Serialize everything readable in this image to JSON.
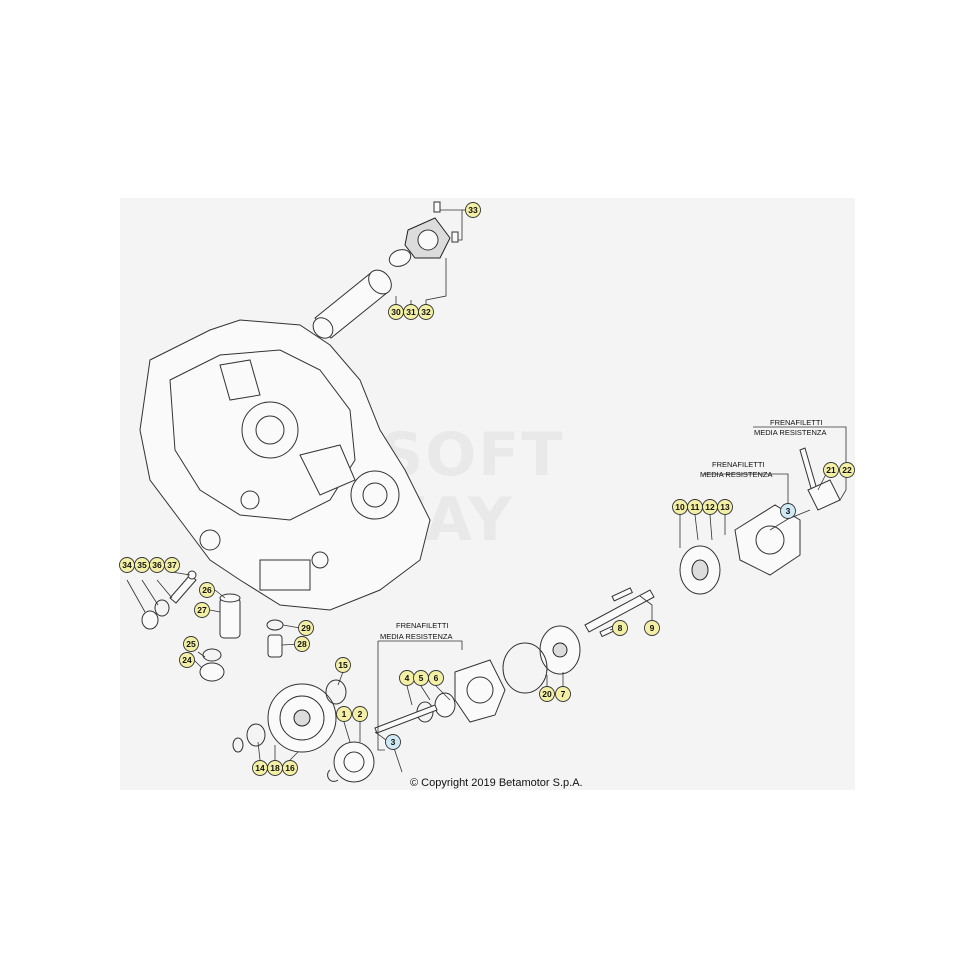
{
  "diagram": {
    "copyright": "© Copyright 2019 Betamotor S.p.A.",
    "watermark": [
      "SOFT",
      "WAY"
    ],
    "notes": [
      {
        "id": "note-1",
        "line1": "FRENAFILETTI",
        "line2": "MEDIA RESISTENZA"
      },
      {
        "id": "note-2",
        "line1": "FRENAFILETTI",
        "line2": "MEDIA RESISTENZA"
      },
      {
        "id": "note-3",
        "line1": "FRENAFILETTI",
        "line2": "MEDIA RESISTENZA"
      }
    ],
    "callouts": [
      {
        "label": "33",
        "style": "yellow"
      },
      {
        "label": "30",
        "style": "yellow"
      },
      {
        "label": "31",
        "style": "yellow"
      },
      {
        "label": "32",
        "style": "yellow"
      },
      {
        "label": "21",
        "style": "yellow"
      },
      {
        "label": "22",
        "style": "yellow"
      },
      {
        "label": "3",
        "style": "blue"
      },
      {
        "label": "10",
        "style": "yellow"
      },
      {
        "label": "11",
        "style": "yellow"
      },
      {
        "label": "12",
        "style": "yellow"
      },
      {
        "label": "13",
        "style": "yellow"
      },
      {
        "label": "34",
        "style": "yellow"
      },
      {
        "label": "35",
        "style": "yellow"
      },
      {
        "label": "36",
        "style": "yellow"
      },
      {
        "label": "37",
        "style": "yellow"
      },
      {
        "label": "26",
        "style": "yellow"
      },
      {
        "label": "27",
        "style": "yellow"
      },
      {
        "label": "25",
        "style": "yellow"
      },
      {
        "label": "24",
        "style": "yellow"
      },
      {
        "label": "29",
        "style": "yellow"
      },
      {
        "label": "28",
        "style": "yellow"
      },
      {
        "label": "8",
        "style": "yellow"
      },
      {
        "label": "9",
        "style": "yellow"
      },
      {
        "label": "15",
        "style": "yellow"
      },
      {
        "label": "4",
        "style": "yellow"
      },
      {
        "label": "5",
        "style": "yellow"
      },
      {
        "label": "6",
        "style": "yellow"
      },
      {
        "label": "20",
        "style": "yellow"
      },
      {
        "label": "7",
        "style": "yellow"
      },
      {
        "label": "1",
        "style": "yellow"
      },
      {
        "label": "2",
        "style": "yellow"
      },
      {
        "label": "3",
        "style": "blue"
      },
      {
        "label": "14",
        "style": "yellow"
      },
      {
        "label": "18",
        "style": "yellow"
      },
      {
        "label": "16",
        "style": "yellow"
      }
    ],
    "colors": {
      "yellow": "#f3f0a6",
      "blue": "#cfeaf5",
      "panel": "#f4f4f4",
      "line": "#333333"
    }
  }
}
